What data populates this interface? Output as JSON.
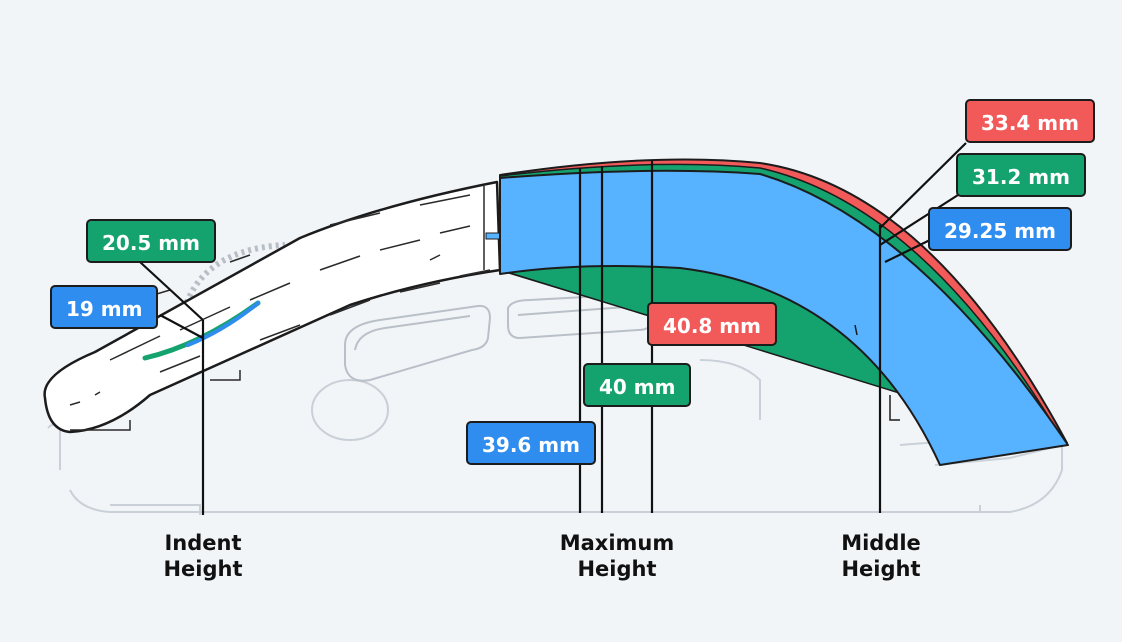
{
  "colors": {
    "background": "#f2f5f8",
    "red": "#f25a59",
    "green": "#14a36e",
    "blue": "#2f8df0",
    "shell_blue": "#57b2ff",
    "outline": "#1c1c1c"
  },
  "measurements": {
    "indent_green": "20.5 mm",
    "indent_blue": "19 mm",
    "max_red": "40.8 mm",
    "max_green": "40 mm",
    "max_blue": "39.6 mm",
    "mid_red": "33.4 mm",
    "mid_green": "31.2 mm",
    "mid_blue": "29.25 mm"
  },
  "captions": {
    "indent": {
      "line1": "Indent",
      "line2": "Height"
    },
    "maximum": {
      "line1": "Maximum",
      "line2": "Height"
    },
    "middle": {
      "line1": "Middle",
      "line2": "Height"
    }
  }
}
